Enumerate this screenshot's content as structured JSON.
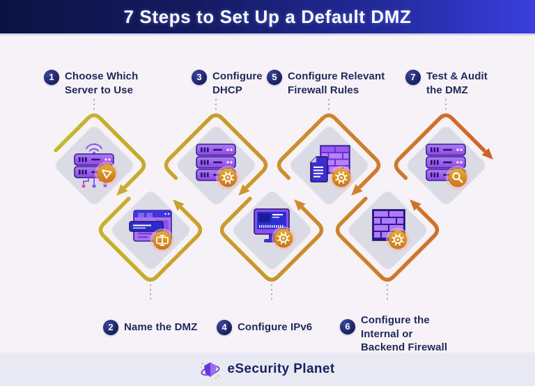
{
  "header": {
    "title": "7 Steps to Set Up a Default DMZ"
  },
  "steps": [
    {
      "number": "1",
      "label": "Choose Which Server to Use",
      "lines": [
        "Choose Which",
        "Server to Use"
      ],
      "icon": "server-wifi-icon",
      "badge": "cursor-icon"
    },
    {
      "number": "2",
      "label": "Name the DMZ",
      "lines": [
        "Name the DMZ"
      ],
      "icon": "browser-window-icon",
      "badge": "rename-icon"
    },
    {
      "number": "3",
      "label": "Configure DHCP",
      "lines": [
        "Configure",
        "DHCP"
      ],
      "icon": "server-stack-icon",
      "badge": "gear-icon"
    },
    {
      "number": "4",
      "label": "Configure IPv6",
      "lines": [
        "Configure IPv6"
      ],
      "icon": "monitor-icon",
      "badge": "gear-icon"
    },
    {
      "number": "5",
      "label": "Configure Relevant Firewall Rules",
      "lines": [
        "Configure Relevant",
        "Firewall Rules"
      ],
      "icon": "firewall-document-icon",
      "badge": "gear-icon"
    },
    {
      "number": "6",
      "label": "Configure the Internal or Backend Firewall",
      "lines": [
        "Configure the",
        "Internal or",
        "Backend Firewall"
      ],
      "icon": "firewall-icon",
      "badge": "gear-icon"
    },
    {
      "number": "7",
      "label": "Test & Audit the DMZ",
      "lines": [
        "Test & Audit",
        "the DMZ"
      ],
      "icon": "server-search-icon",
      "badge": "magnifier-icon"
    }
  ],
  "footer": {
    "logo_text": "eSecurity Planet"
  },
  "colors": {
    "header_gradient_left": "#0d1243",
    "header_gradient_right": "#3a3ede",
    "arrow_gradient_start": "#c4b930",
    "arrow_gradient_end": "#d2622a",
    "step_circle": "#1e2671",
    "label_text": "#20295f",
    "diamond_fill": "#dadbe5",
    "background": "#f7f2f8",
    "footer_band": "#e9e9f3",
    "icon_purple": "#8a4ff0",
    "badge_orange": "#d98f22"
  }
}
